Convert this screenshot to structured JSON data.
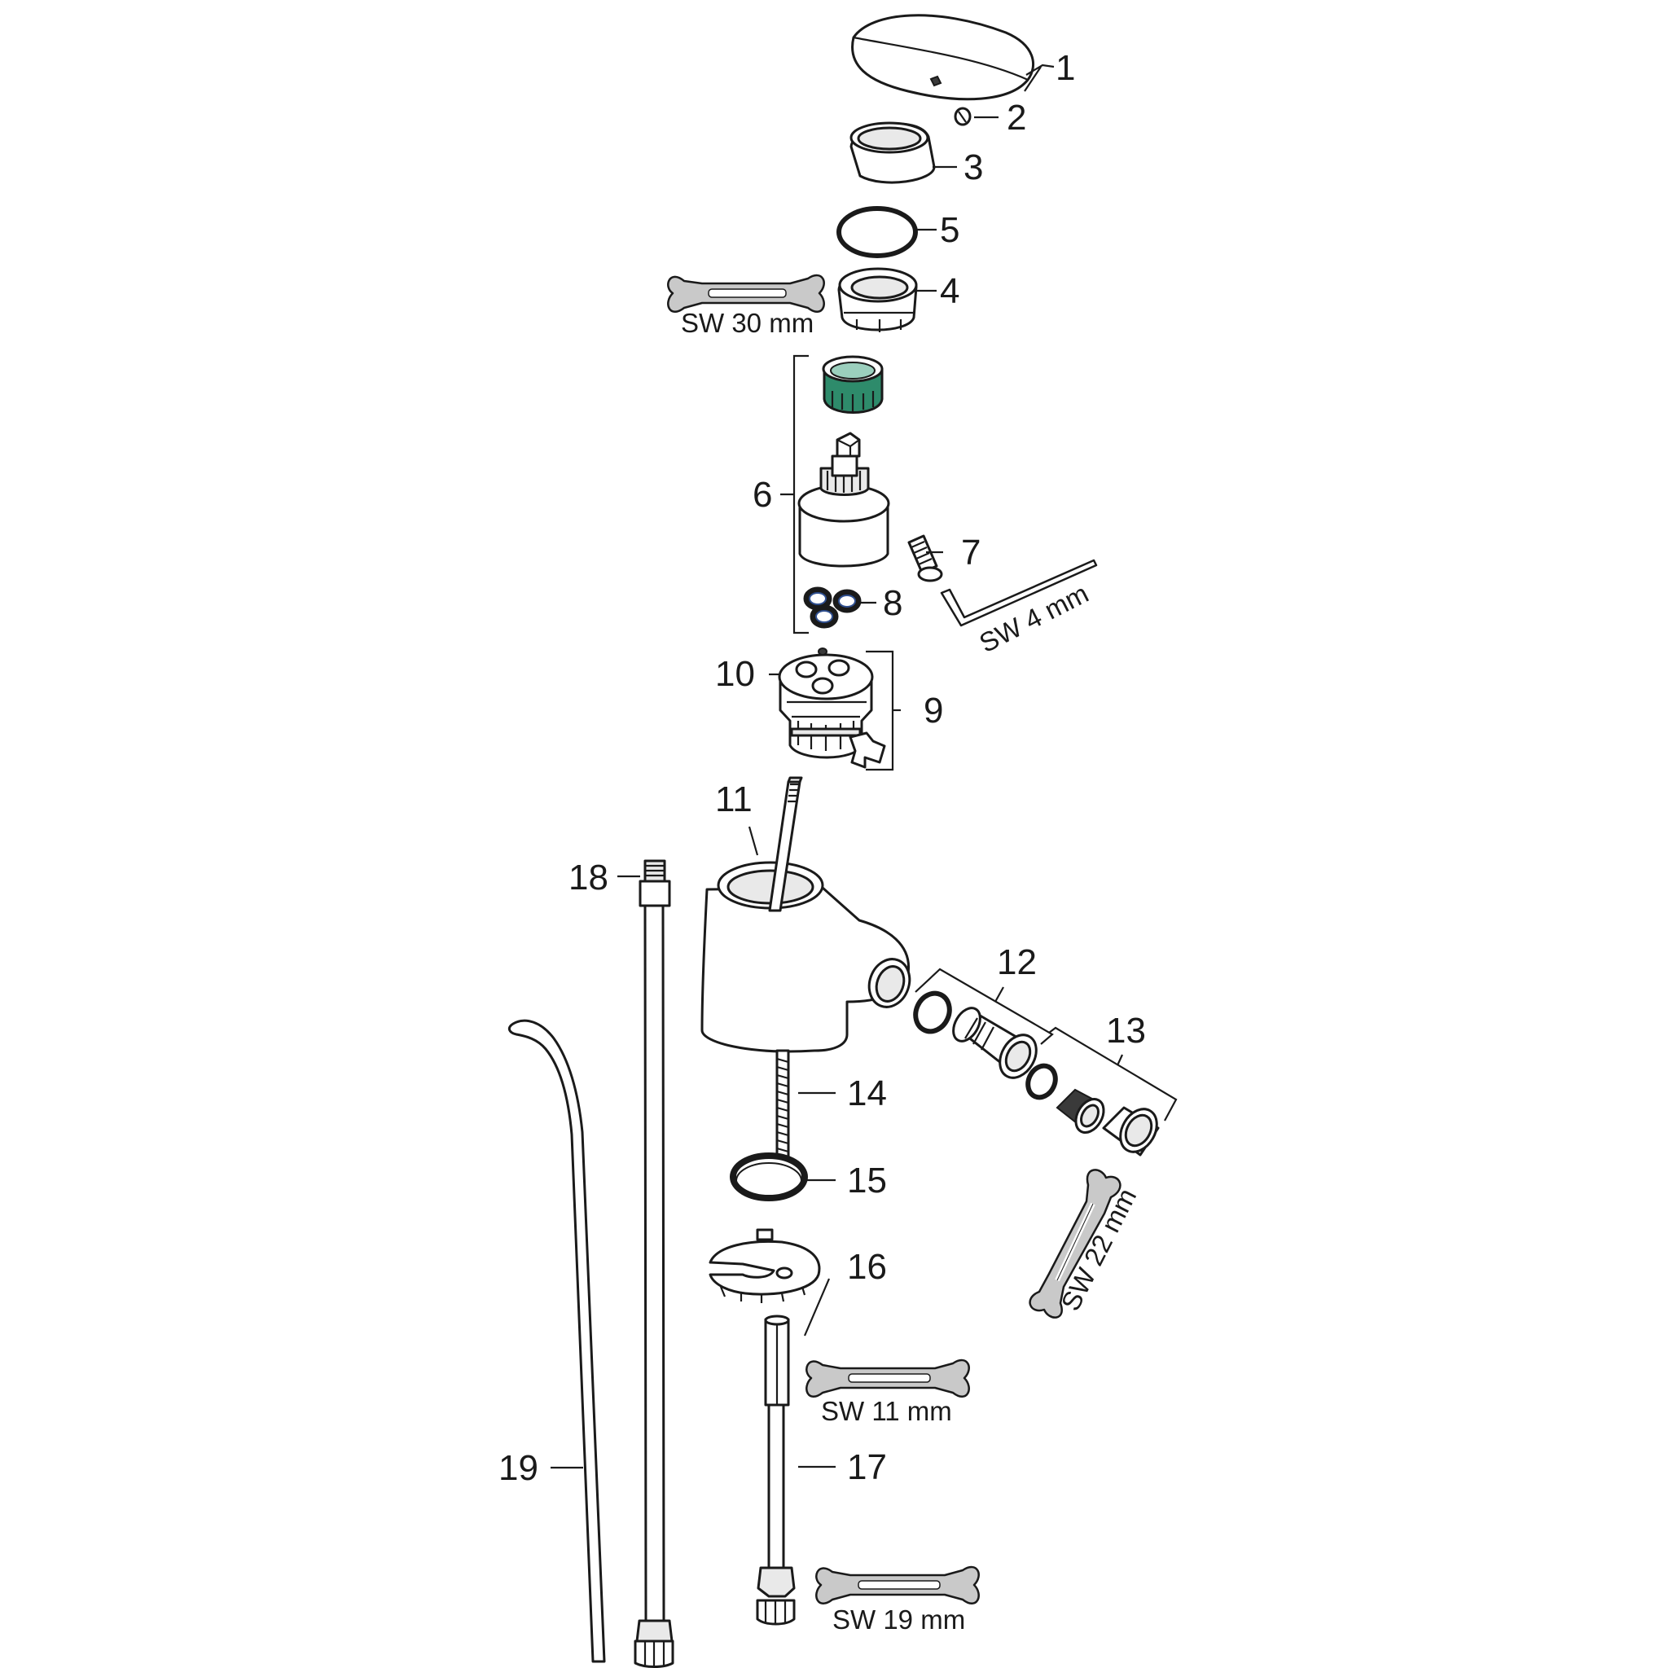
{
  "diagram": {
    "callouts": [
      {
        "id": "c1",
        "text": "1"
      },
      {
        "id": "c2",
        "text": "2"
      },
      {
        "id": "c3",
        "text": "3"
      },
      {
        "id": "c5",
        "text": "5"
      },
      {
        "id": "c4",
        "text": "4"
      },
      {
        "id": "c6",
        "text": "6"
      },
      {
        "id": "c7",
        "text": "7"
      },
      {
        "id": "c8",
        "text": "8"
      },
      {
        "id": "c10",
        "text": "10"
      },
      {
        "id": "c9",
        "text": "9"
      },
      {
        "id": "c11",
        "text": "11"
      },
      {
        "id": "c18",
        "text": "18"
      },
      {
        "id": "c12",
        "text": "12"
      },
      {
        "id": "c13",
        "text": "13"
      },
      {
        "id": "c14",
        "text": "14"
      },
      {
        "id": "c15",
        "text": "15"
      },
      {
        "id": "c16",
        "text": "16"
      },
      {
        "id": "c17",
        "text": "17"
      },
      {
        "id": "c19",
        "text": "19"
      }
    ],
    "tools": [
      {
        "id": "sw30",
        "text": "SW 30 mm"
      },
      {
        "id": "sw4",
        "text": "SW 4 mm"
      },
      {
        "id": "sw22",
        "text": "SW 22 mm"
      },
      {
        "id": "sw11",
        "text": "SW 11 mm"
      },
      {
        "id": "sw19",
        "text": "SW 19 mm"
      }
    ],
    "colors": {
      "cartridge_accent": "#2e8b6b",
      "ink": "#1a1a1a",
      "tool_fill": "#c9c9c9"
    }
  }
}
